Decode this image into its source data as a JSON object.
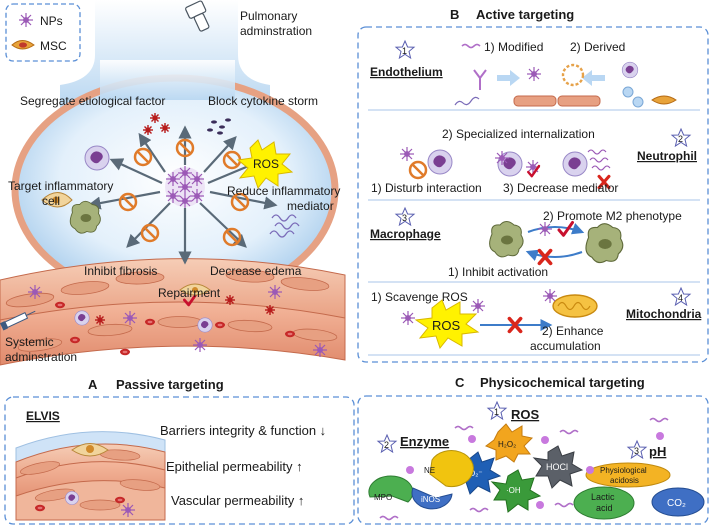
{
  "legend": {
    "items": [
      {
        "label": "NPs"
      },
      {
        "label": "MSC"
      }
    ]
  },
  "lung": {
    "pulmonary": [
      "Pulmonary",
      "adminstration"
    ],
    "systemic": [
      "Systemic",
      "adminstration"
    ],
    "effects": {
      "segregate": "Segregate etiological factor",
      "block": "Block cytokine storm",
      "target": [
        "Target inflammatory",
        "cell"
      ],
      "ros": "ROS",
      "reduce": [
        "Reduce inflammatory",
        "mediator"
      ],
      "fibrosis": "Inhibit fibrosis",
      "edema": "Decrease edema",
      "repair": "Repairment"
    }
  },
  "panel_a": {
    "caption_letter": "A",
    "caption": "Passive targeting",
    "elvis": "ELVIS",
    "lines": [
      "Barriers  integrity & function ↓",
      "Epithelial permeability ↑",
      "Vascular permeability ↑"
    ]
  },
  "panel_b": {
    "caption_letter": "B",
    "caption": "Active targeting",
    "endothelium": {
      "num": "1",
      "title": "Endothelium",
      "modified": "1) Modified",
      "derived": "2) Derived"
    },
    "neutrophil": {
      "num": "2",
      "title": "Neutrophil",
      "specialized": "2) Specialized internalization",
      "disturb": "1) Disturb interaction",
      "decrease": "3) Decrease mediator"
    },
    "macrophage": {
      "num": "3",
      "title": "Macrophage",
      "promote": "2) Promote M2 phenotype",
      "inhibit": "1) Inhibit activation"
    },
    "mitochondria": {
      "num": "4",
      "title": "Mitochondria",
      "scavenge": "1) Scavenge ROS",
      "ros": "ROS",
      "enhance": [
        "2) Enhance",
        "accumulation"
      ]
    }
  },
  "panel_c": {
    "caption_letter": "C",
    "caption": "Physicochemical targeting",
    "ros": {
      "num": "1",
      "title": "ROS",
      "species": [
        "H₂O₂",
        "O₂⁻",
        "HOCl",
        "·OH"
      ]
    },
    "enzyme": {
      "num": "2",
      "title": "Enzyme",
      "items": [
        "NE",
        "MPO",
        "iNOS"
      ]
    },
    "ph": {
      "num": "3",
      "title": "pH",
      "items": [
        "Physiological",
        "acidosis",
        "Lactic",
        "acid",
        "CO₂"
      ]
    }
  },
  "colors": {
    "frame": "#5b8fd6",
    "alveolus_fill": "#cfe3f7",
    "tissue": "#e9a98a",
    "ros_yellow": "#fff200",
    "inhibit_red": "#d9261c",
    "check_red": "#c8102e",
    "np": "#9b59b6"
  }
}
